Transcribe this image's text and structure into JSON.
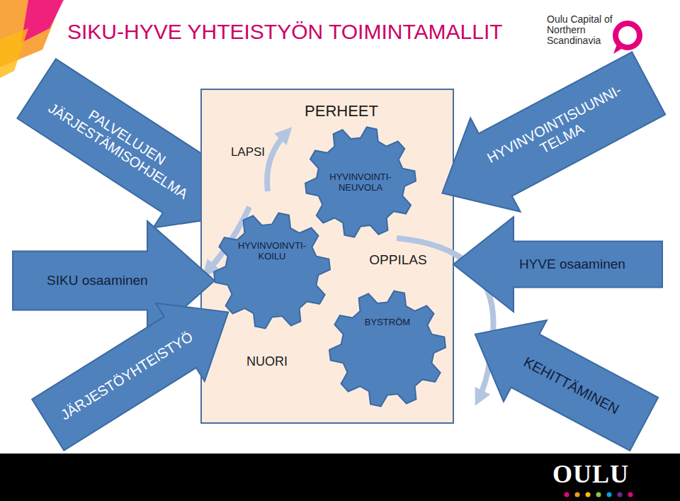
{
  "diagram": {
    "title": "SIKU-HYVE YHTEISTYÖN TOIMINTAMALLIT",
    "nodes": [
      {
        "text": [
          "PALVELUJEN JÄRJESTÄMISOHJELMA"
        ]
      },
      {
        "text": [
          "PERHEET",
          "LAPSI",
          "OPPILAS",
          "NUORI"
        ]
      },
      {
        "text": [
          "HYVINVOINTI- NEUVOLA"
        ],
        "in": 1
      },
      {
        "text": [
          "HYVINVOINVTI- KOILU"
        ],
        "in": 1
      },
      {
        "text": [
          "BYSTRÖM"
        ],
        "in": 1
      },
      {
        "text": [
          "HYVINVOINTISUUNNI- TELMA"
        ]
      },
      {
        "text": [
          "SIKU osaaminen"
        ]
      },
      {
        "text": [
          "HYVE osaaminen"
        ]
      },
      {
        "text": [
          "JÄRJESTÖYHTEISTYÖ"
        ]
      },
      {
        "text": [
          "KEHITTÄMINEN"
        ]
      }
    ],
    "labels": [
      "Oulu Capital of Northern Scandinavia",
      "OULU"
    ]
  }
}
